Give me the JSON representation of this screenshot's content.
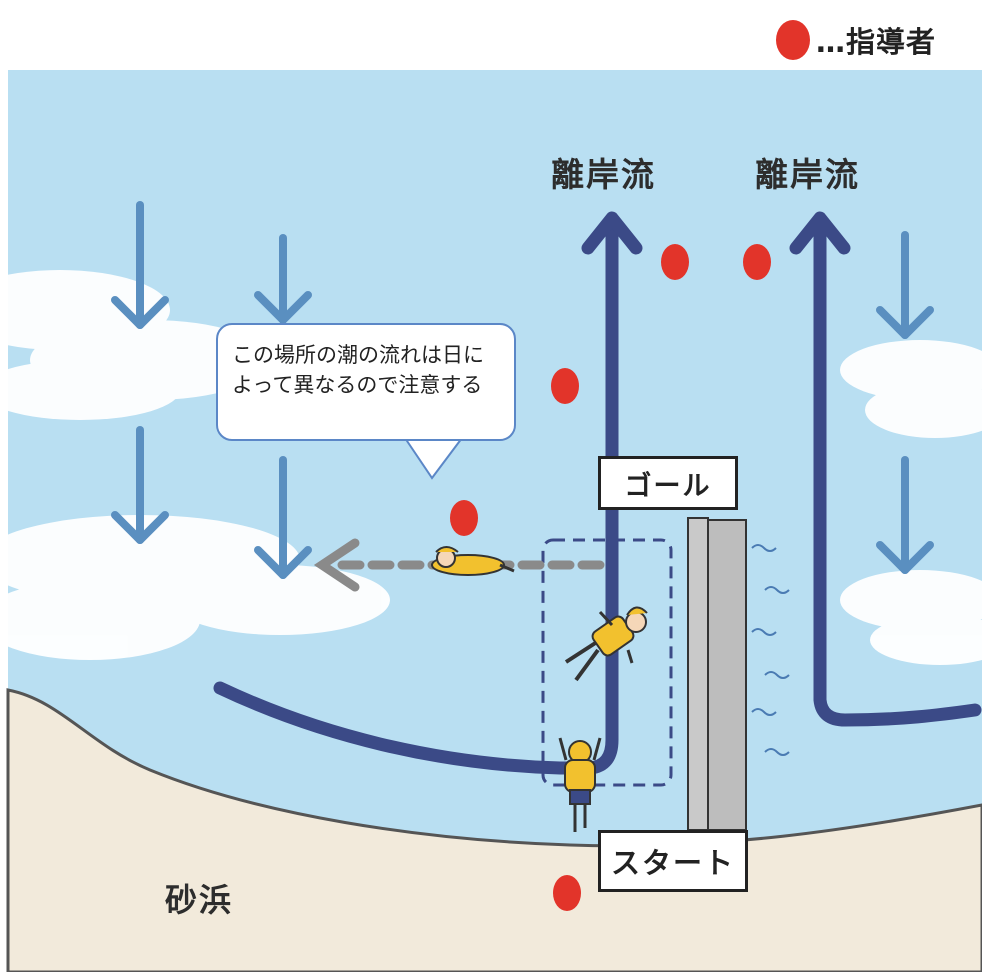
{
  "legend": {
    "marker_color": "#e2342a",
    "label": "…指導者"
  },
  "rip_current_labels": [
    "離岸流",
    "離岸流"
  ],
  "callout": {
    "text": "この場所の潮の流れは日によって異なるので注意する"
  },
  "signs": {
    "goal": "ゴール",
    "start": "スタート"
  },
  "beach_label": "砂浜",
  "colors": {
    "sea": "#b9dff2",
    "sand": "#f2eadb",
    "rip_arrow": "#3b4a87",
    "current_arrow": "#5a8fc0",
    "instructor": "#e2342a",
    "swim_arrow": "#8a8a8a"
  }
}
